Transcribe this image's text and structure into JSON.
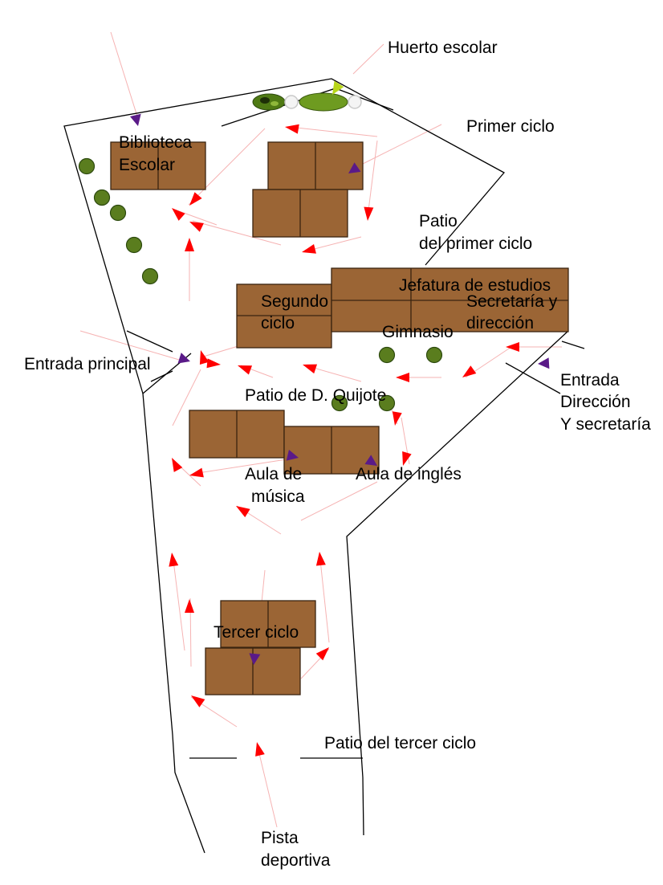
{
  "colors": {
    "building_fill": "#9b6535",
    "building_stroke": "#3a2410",
    "tree_fill": "#5a7d1e",
    "tree_stroke": "#2d4a0f",
    "arrow_red": "#ff0000",
    "arrow_purple": "#5a1a88",
    "arrow_green": "#b8d61a",
    "path_line": "#f6b3b3",
    "outline": "#000000"
  },
  "labels": {
    "huerto": "Huerto escolar",
    "primer_ciclo": "Primer ciclo",
    "biblioteca_1": "Biblioteca",
    "biblioteca_2": "Escolar",
    "patio_primer_1": "Patio",
    "patio_primer_2": "del primer ciclo",
    "jefatura": "Jefatura de estudios",
    "segundo_1": "Segundo",
    "segundo_2": "ciclo",
    "secretaria_1": "Secretaría y",
    "secretaria_2": "dirección",
    "gimnasio": "Gimnasio",
    "entrada_principal": "Entrada principal",
    "entrada_dir_1": "Entrada",
    "entrada_dir_2": "Dirección",
    "entrada_dir_3": "Y secretaría",
    "patio_quijote": "Patio de D. Quijote",
    "aula_musica_1": "Aula de",
    "aula_musica_2": "música",
    "aula_ingles": "Aula de inglés",
    "tercer_ciclo": "Tercer ciclo",
    "patio_tercer": "Patio del tercer ciclo",
    "pista_1": "Pista",
    "pista_2": "deportiva"
  },
  "icons": {
    "trees": "tree-icon",
    "direction_arrows": "direction-arrow-icon",
    "entrance_markers": "entrance-marker-icon",
    "garden": "garden-bed-icon"
  }
}
